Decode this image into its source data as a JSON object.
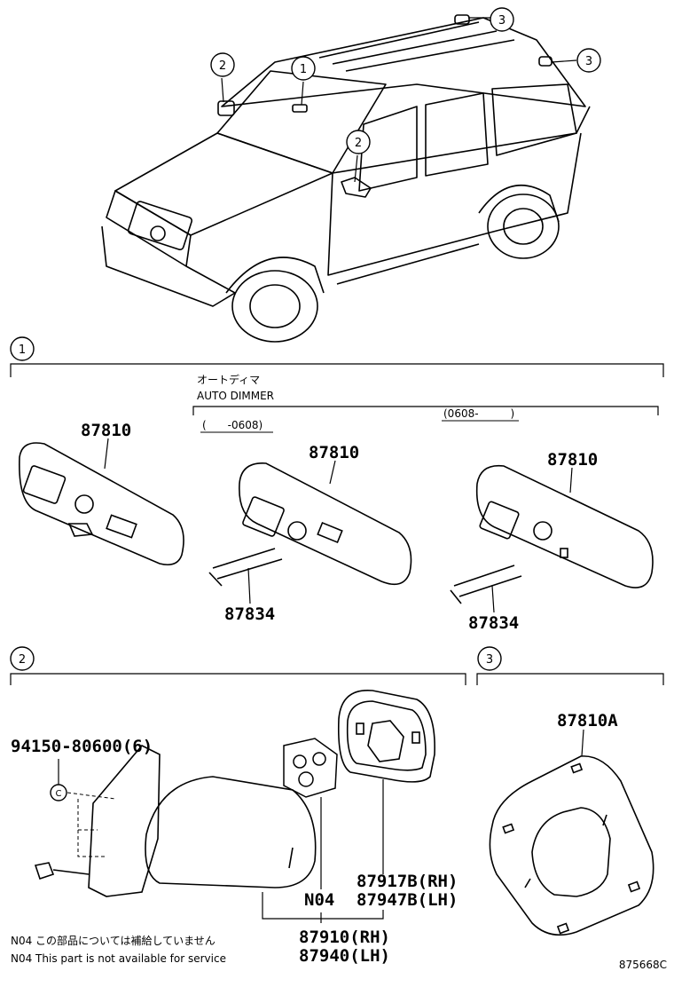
{
  "vehicle_callouts": [
    "1",
    "2",
    "2",
    "3",
    "3"
  ],
  "section1": {
    "number": "1",
    "auto_dimmer_jp": "オートディマ",
    "auto_dimmer_en": "AUTO DIMMER",
    "date_range_left": "(　　-0608)",
    "date_range_right": "(0608-　　　)",
    "parts": {
      "mirror_a": "87810",
      "mirror_b": "87810",
      "mirror_c": "87810",
      "bracket_b": "87834",
      "bracket_c": "87834"
    }
  },
  "section2": {
    "number": "2",
    "bolt": "94150-80600(6)",
    "glass_rh": "87917B(RH)",
    "glass_lh": "87947B(LH)",
    "motor": "N04",
    "assy_rh": "87910(RH)",
    "assy_lh": "87940(LH)",
    "note_jp": "N04 この部品については補給していません",
    "note_en": "N04 This part is not available for service"
  },
  "section3": {
    "number": "3",
    "part": "87810A"
  },
  "figure_id": "875668C"
}
